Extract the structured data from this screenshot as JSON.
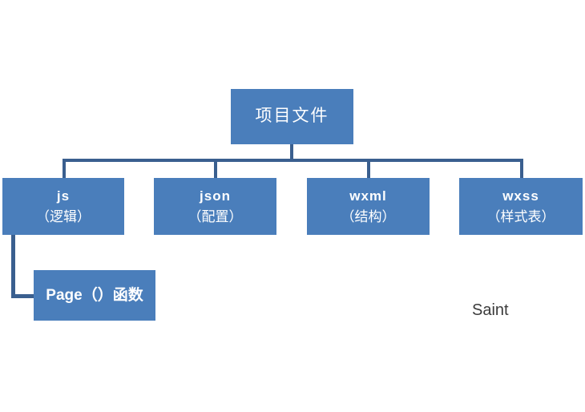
{
  "diagram": {
    "title": "项目文件",
    "watermark": "Saint",
    "root": {
      "label": "项目文件"
    },
    "children": [
      {
        "name": "js",
        "label": "js",
        "sublabel": "（逻辑）"
      },
      {
        "name": "json",
        "label": "json",
        "sublabel": "（配置）"
      },
      {
        "name": "wxml",
        "label": "wxml",
        "sublabel": "（结构）"
      },
      {
        "name": "wxss",
        "label": "wxss",
        "sublabel": "（样式表）"
      }
    ],
    "leaf": {
      "label": "Page（）函数"
    },
    "colors": {
      "node_fill": "#4a7ebb",
      "connector": "#3a5f8f",
      "node_text": "#ffffff",
      "watermark_text": "#3b3b3b",
      "background": "#ffffff"
    }
  }
}
